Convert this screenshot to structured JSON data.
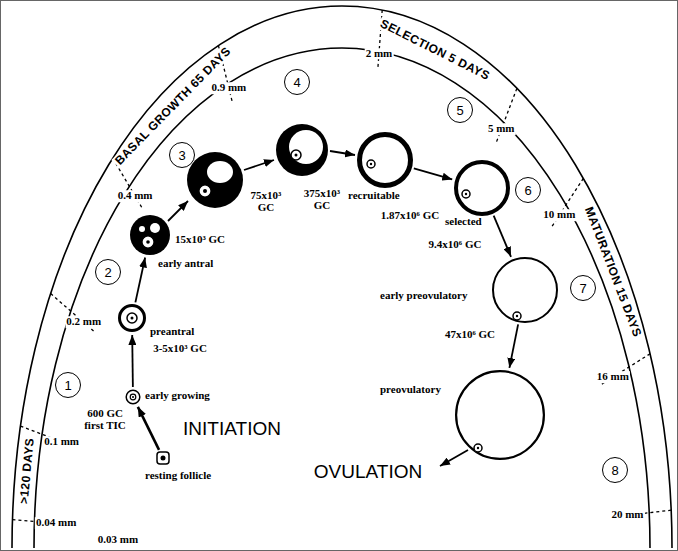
{
  "diagram": {
    "nodes": [
      {
        "text": [
          "1"
        ]
      },
      {
        "text": [
          "2"
        ]
      },
      {
        "text": [
          "3"
        ]
      },
      {
        "text": [
          "4"
        ]
      },
      {
        "text": [
          "5"
        ]
      },
      {
        "text": [
          "6"
        ]
      },
      {
        "text": [
          "7"
        ]
      },
      {
        "text": [
          "8"
        ]
      },
      {
        "text": [
          "resting follicle"
        ]
      },
      {
        "text": [
          "early growing"
        ]
      },
      {
        "text": [
          "preantral"
        ]
      },
      {
        "text": [
          "early antral"
        ]
      },
      {
        "text": [
          "recruitable"
        ]
      },
      {
        "text": [
          "selected"
        ]
      },
      {
        "text": [
          "early preovulatory"
        ]
      },
      {
        "text": [
          "preovulatory"
        ]
      }
    ],
    "edges": [
      {
        "from": 8,
        "to": 9,
        "arrow": "to"
      },
      {
        "from": 9,
        "to": 10,
        "arrow": "to"
      },
      {
        "from": 10,
        "to": 11,
        "arrow": "to"
      },
      {
        "from": 12,
        "to": 13,
        "arrow": "to"
      },
      {
        "from": 13,
        "to": 14,
        "arrow": "to"
      },
      {
        "from": 14,
        "to": 15,
        "arrow": "to"
      }
    ],
    "labels": [
      ">120 DAYS",
      "BASAL GROWTH 65 DAYS",
      "SELECTION 5 DAYS",
      "MATURATION 15 DAYS",
      "0.03 mm",
      "0.04 mm",
      "0.1 mm",
      "0.2 mm",
      "0.4 mm",
      "0.9 mm",
      "2 mm",
      "5 mm",
      "10 mm",
      "16 mm",
      "20 mm",
      "600 GC first TIC",
      "3-5x10³ GC",
      "15x10³ GC",
      "75x10³ GC",
      "375x10³ GC",
      "1.87x10⁶ GC",
      "9.4x10⁶ GC",
      "47x10⁶ GC",
      "INITIATION",
      "OVULATION"
    ]
  }
}
